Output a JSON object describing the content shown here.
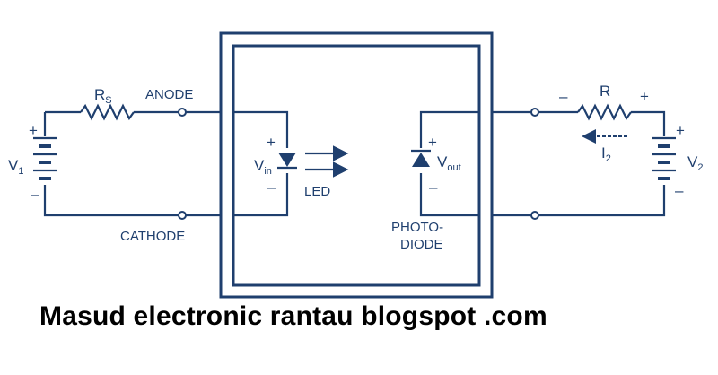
{
  "labels": {
    "rs_main": "R",
    "rs_sub": "S",
    "anode": "ANODE",
    "cathode": "CATHODE",
    "v1_main": "V",
    "v1_sub": "1",
    "vin_main": "V",
    "vin_sub": "in",
    "led": "LED",
    "vout_main": "V",
    "vout_sub": "out",
    "photo_line1": "PHOTO-",
    "photo_line2": "DIODE",
    "r": "R",
    "i2_main": "I",
    "i2_sub": "2",
    "v2_main": "V",
    "v2_sub": "2",
    "plus": "+",
    "minus": "–"
  },
  "watermark": "Masud electronic rantau blogspot .com",
  "colors": {
    "ink": "#1f3f6e",
    "watermark": "#000000",
    "background": "#ffffff"
  }
}
